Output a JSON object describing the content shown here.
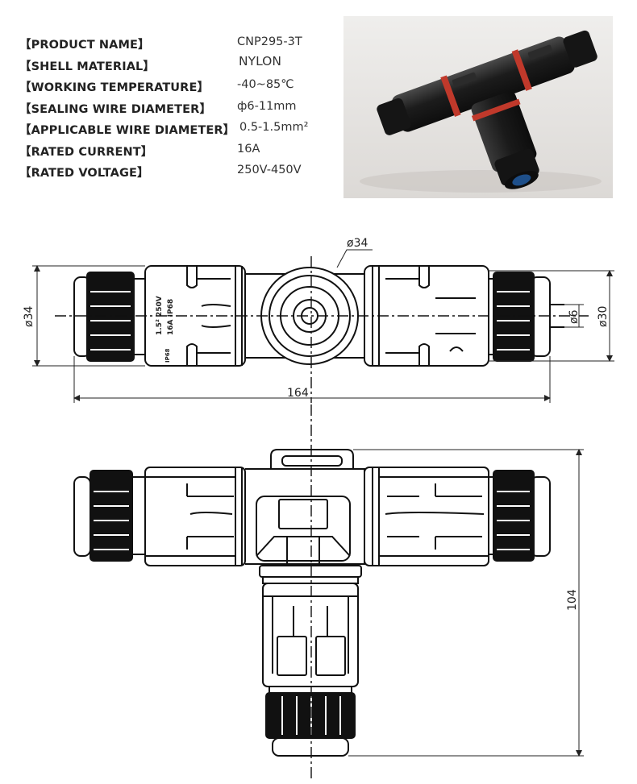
{
  "specs": [
    {
      "label": "【PRODUCT NAME】",
      "value": "CNP295-3T"
    },
    {
      "label": "【SHELL MATERIAL】",
      "value": "NYLON"
    },
    {
      "label": "【WORKING TEMPERATURE】",
      "value": "-40~85℃"
    },
    {
      "label": "【SEALING WIRE DIAMETER】",
      "value": "ф6-11mm"
    },
    {
      "label": "【APPLICABLE WIRE DIAMETER】",
      "value": "0.5-1.5mm²"
    },
    {
      "label": "【RATED CURRENT】",
      "value": "16A"
    },
    {
      "label": "【RATED VOLTAGE】",
      "value": "250V-450V"
    }
  ],
  "dimensions": {
    "center_diameter": "ø34",
    "left_diameter": "ø34",
    "right_diameter": "ø30",
    "cable_diameter": "ø6",
    "total_length": "164",
    "total_height": "104"
  },
  "body_markings": {
    "line1": "1.5² 250V",
    "line2": "16A IP68",
    "line3": "IP68"
  },
  "colors": {
    "body": "#1a1a1a",
    "seal_ring": "#c0392b",
    "photo_bg": "#e8e6e4",
    "cable_end": "#1e4f8a"
  }
}
